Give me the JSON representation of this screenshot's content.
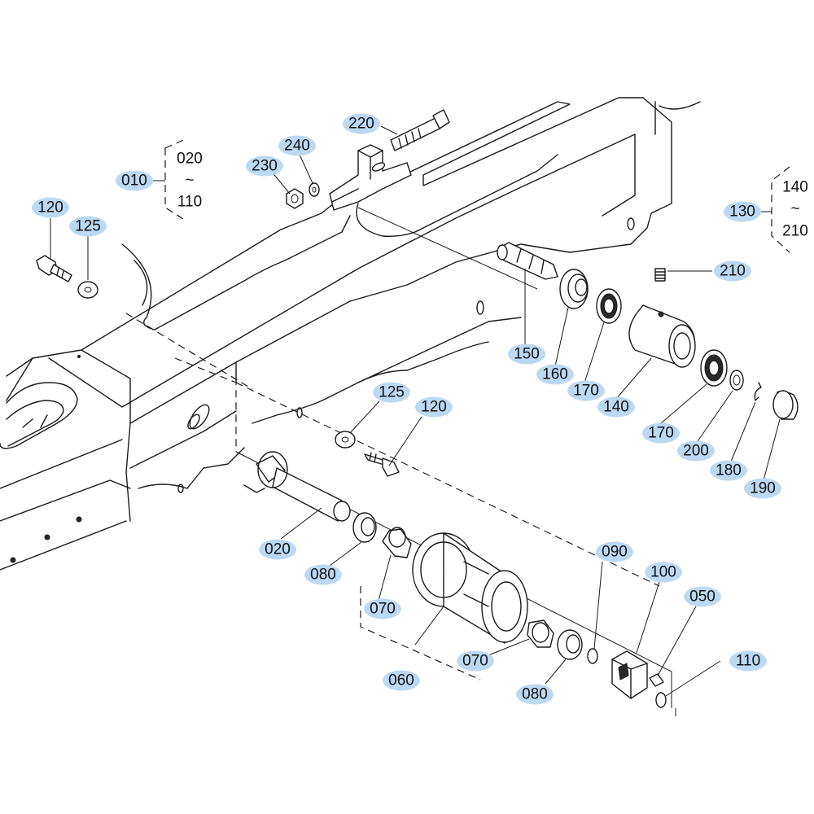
{
  "callouts": [
    {
      "id": "c220",
      "label": "220"
    },
    {
      "id": "c240",
      "label": "240"
    },
    {
      "id": "c230",
      "label": "230"
    },
    {
      "id": "c010",
      "label": "010"
    },
    {
      "id": "c120a",
      "label": "120"
    },
    {
      "id": "c125a",
      "label": "125"
    },
    {
      "id": "c130",
      "label": "130"
    },
    {
      "id": "c210",
      "label": "210"
    },
    {
      "id": "c150",
      "label": "150"
    },
    {
      "id": "c160",
      "label": "160"
    },
    {
      "id": "c170a",
      "label": "170"
    },
    {
      "id": "c140",
      "label": "140"
    },
    {
      "id": "c170b",
      "label": "170"
    },
    {
      "id": "c200",
      "label": "200"
    },
    {
      "id": "c180",
      "label": "180"
    },
    {
      "id": "c190",
      "label": "190"
    },
    {
      "id": "c125b",
      "label": "125"
    },
    {
      "id": "c120b",
      "label": "120"
    },
    {
      "id": "c020",
      "label": "020"
    },
    {
      "id": "c080a",
      "label": "080"
    },
    {
      "id": "c070a",
      "label": "070"
    },
    {
      "id": "c090",
      "label": "090"
    },
    {
      "id": "c100",
      "label": "100"
    },
    {
      "id": "c050",
      "label": "050"
    },
    {
      "id": "c110",
      "label": "110"
    },
    {
      "id": "c070b",
      "label": "070"
    },
    {
      "id": "c080b",
      "label": "080"
    },
    {
      "id": "c060",
      "label": "060"
    }
  ],
  "ranges": {
    "left": {
      "top": "020",
      "tilde": "~",
      "bottom": "110"
    },
    "right": {
      "top": "140",
      "tilde": "~",
      "bottom": "210"
    }
  }
}
